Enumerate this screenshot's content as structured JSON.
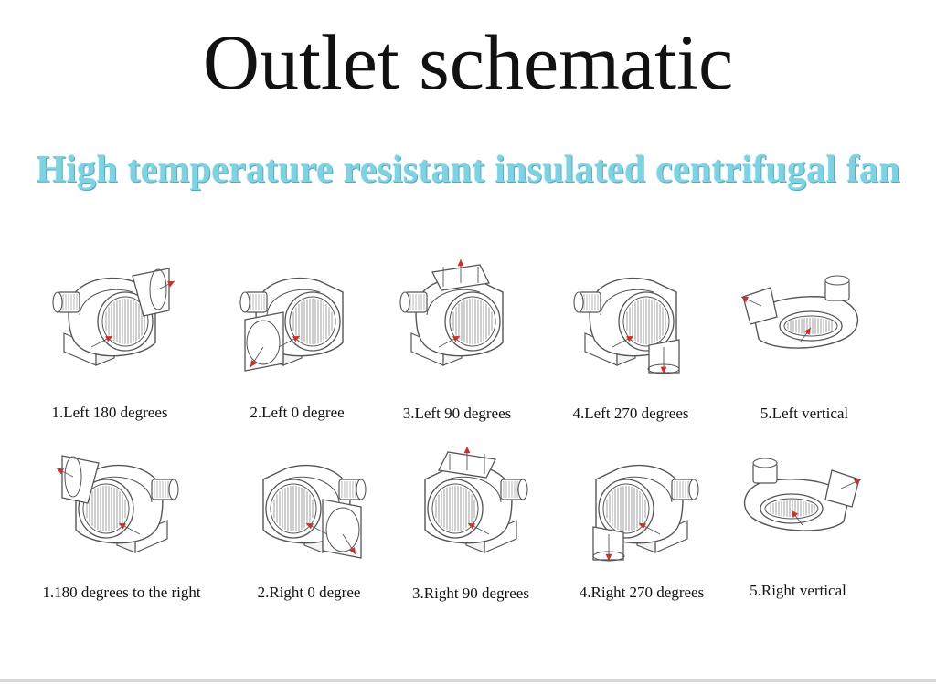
{
  "title": "Outlet schematic",
  "subtitle": "High temperature resistant insulated centrifugal fan",
  "rows": [
    [
      {
        "label": "1.Left 180 degrees",
        "icon": "fan-left-180-icon"
      },
      {
        "label": "2.Left 0 degree",
        "icon": "fan-left-0-icon"
      },
      {
        "label": "3.Left 90 degrees",
        "icon": "fan-left-90-icon"
      },
      {
        "label": "4.Left 270 degrees",
        "icon": "fan-left-270-icon"
      },
      {
        "label": "5.Left vertical",
        "icon": "fan-left-vertical-icon"
      }
    ],
    [
      {
        "label": "1.180 degrees to the right",
        "icon": "fan-right-180-icon"
      },
      {
        "label": "2.Right 0 degree",
        "icon": "fan-right-0-icon"
      },
      {
        "label": "3.Right 90 degrees",
        "icon": "fan-right-90-icon"
      },
      {
        "label": "4.Right 270 degrees",
        "icon": "fan-right-270-icon"
      },
      {
        "label": "5.Right vertical",
        "icon": "fan-right-vertical-icon"
      }
    ]
  ],
  "colors": {
    "title": "#111111",
    "subtitle": "#7fd2e2",
    "arrow": "#c8312c",
    "line": "#555555"
  }
}
